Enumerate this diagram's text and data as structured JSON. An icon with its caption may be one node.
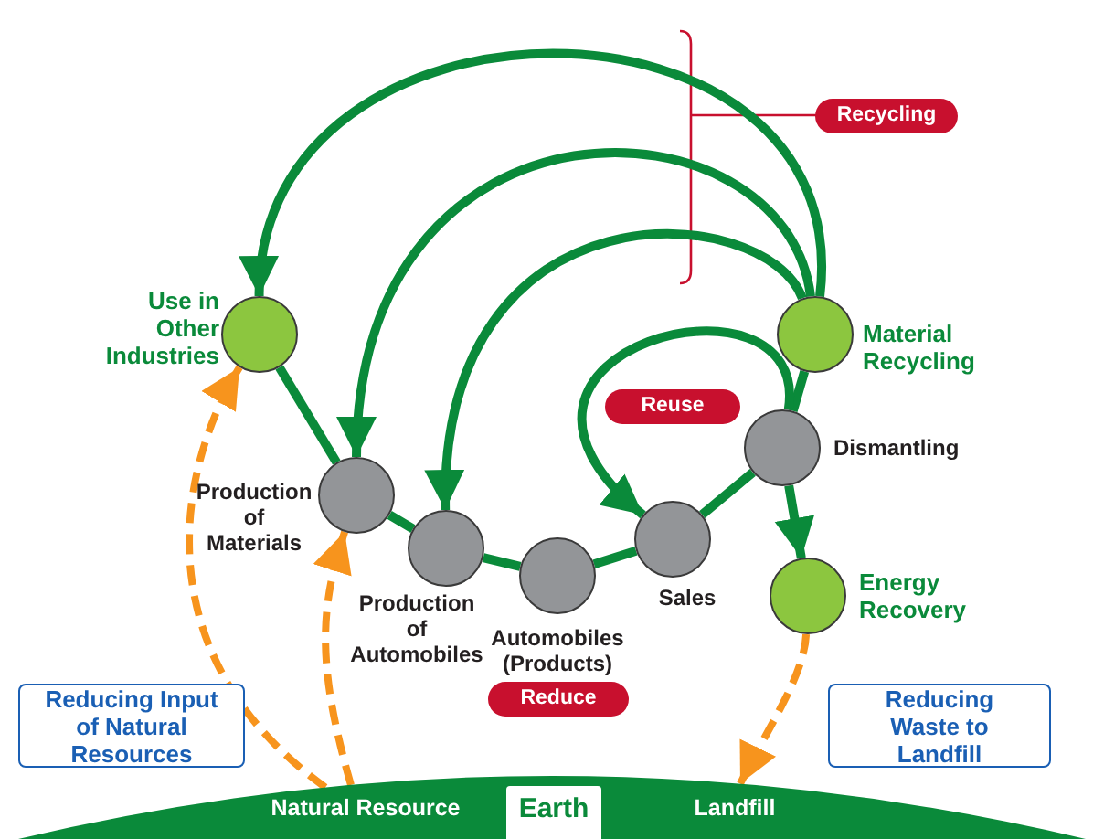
{
  "diagram": {
    "nodes": [
      {
        "text": [
          "Use in Other Industries"
        ]
      },
      {
        "text": [
          "Material Recycling"
        ]
      },
      {
        "text": [
          "Production of Materials"
        ]
      },
      {
        "text": [
          "Production of Automobiles"
        ]
      },
      {
        "text": [
          "Automobiles (Products)"
        ]
      },
      {
        "text": [
          "Sales"
        ]
      },
      {
        "text": [
          "Dismantling"
        ]
      },
      {
        "text": [
          "Energy Recovery"
        ]
      },
      {
        "text": [
          "Natural Resource",
          "Earth",
          "Landfill"
        ]
      },
      {
        "text": [
          "Reducing Input of Natural Resources"
        ]
      },
      {
        "text": [
          "Reducing Waste to Landfill"
        ]
      },
      {
        "text": [
          "Recycling"
        ]
      },
      {
        "text": [
          "Reuse"
        ]
      },
      {
        "text": [
          "Reduce"
        ]
      }
    ],
    "edges": [
      {
        "from": 0,
        "to": 2,
        "arrow": "none"
      },
      {
        "from": 2,
        "to": 3,
        "arrow": "none"
      },
      {
        "from": 3,
        "to": 4,
        "arrow": "none"
      },
      {
        "from": 4,
        "to": 5,
        "arrow": "none"
      },
      {
        "from": 5,
        "to": 6,
        "arrow": "none"
      },
      {
        "from": 6,
        "to": 1,
        "arrow": "none"
      },
      {
        "from": 1,
        "to": 0,
        "arrow": "to"
      },
      {
        "from": 1,
        "to": 2,
        "arrow": "to"
      },
      {
        "from": 1,
        "to": 3,
        "arrow": "to"
      },
      {
        "from": 6,
        "to": 5,
        "arrow": "to"
      },
      {
        "from": 6,
        "to": 7,
        "arrow": "to"
      },
      {
        "from": 8,
        "to": 0,
        "arrow": "to",
        "style": "dashed",
        "color": "#f7941d"
      },
      {
        "from": 8,
        "to": 2,
        "arrow": "to",
        "style": "dashed",
        "color": "#f7941d"
      },
      {
        "from": 7,
        "to": 8,
        "arrow": "to",
        "style": "dashed",
        "color": "#f7941d"
      }
    ]
  }
}
